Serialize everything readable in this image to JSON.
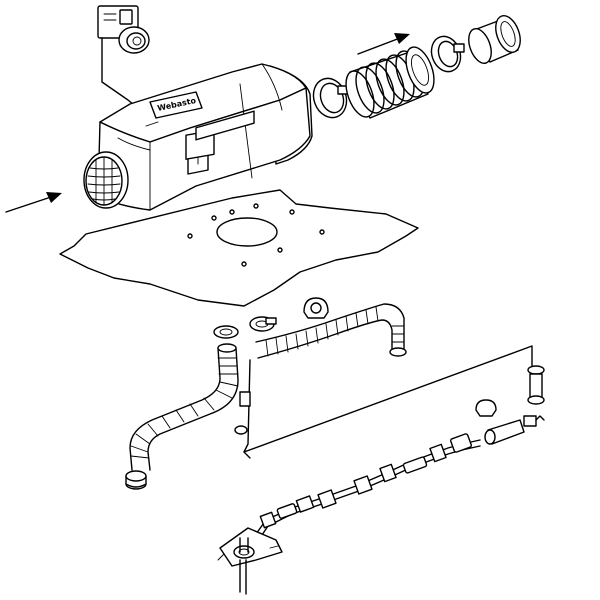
{
  "diagram": {
    "brand_label": "Webasto",
    "arrow_directions": {
      "intake": "right",
      "outlet": "right"
    }
  }
}
